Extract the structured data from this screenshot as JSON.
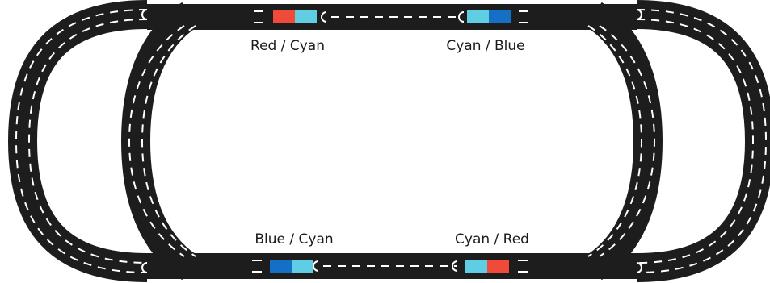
{
  "colors": {
    "track": "#1d1d1d",
    "dash": "#ffffff",
    "red": "#f04a3a",
    "cyan": "#5fcde4",
    "blue": "#1470c4",
    "background": "#ffffff"
  },
  "stations": [
    {
      "id": "top-left",
      "label": "Red / Cyan",
      "colors": [
        "red",
        "cyan"
      ]
    },
    {
      "id": "top-right",
      "label": "Cyan / Blue",
      "colors": [
        "cyan",
        "blue"
      ]
    },
    {
      "id": "bottom-left",
      "label": "Blue / Cyan",
      "colors": [
        "blue",
        "cyan"
      ]
    },
    {
      "id": "bottom-right",
      "label": "Cyan / Red",
      "colors": [
        "cyan",
        "red"
      ]
    }
  ]
}
